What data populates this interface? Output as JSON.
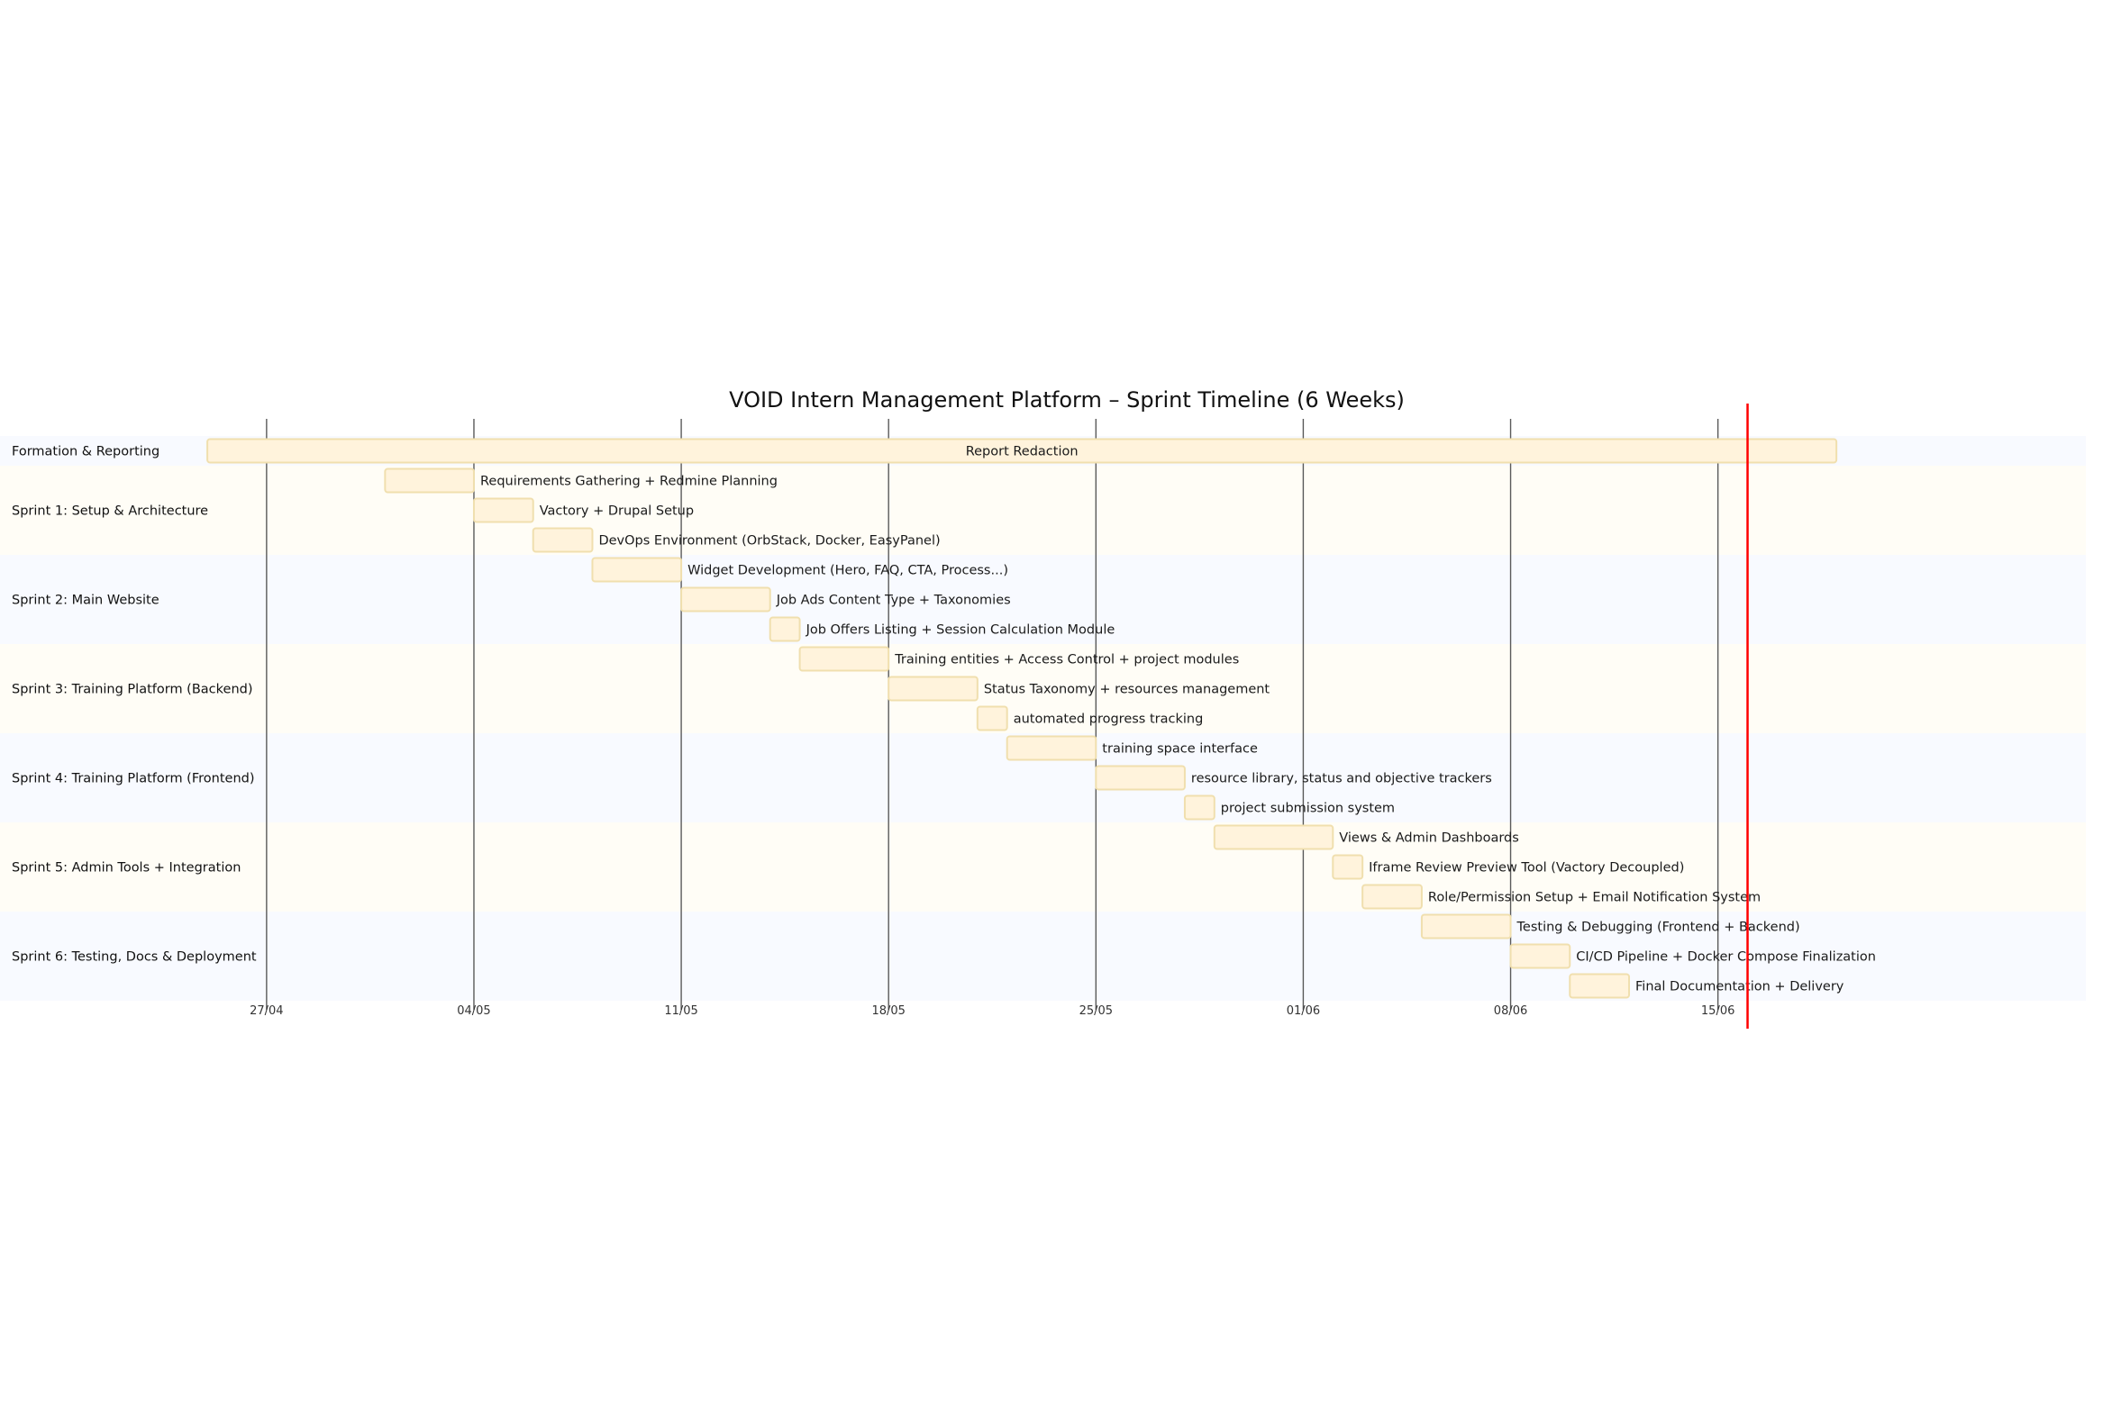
{
  "chart_data": {
    "type": "gantt",
    "title": "VOID Intern Management Platform – Sprint Timeline (6 Weeks)",
    "x_range": [
      "2025-04-18",
      "2025-06-28"
    ],
    "x_ticks": [
      {
        "date": "2025-04-27",
        "label": "27/04"
      },
      {
        "date": "2025-05-04",
        "label": "04/05"
      },
      {
        "date": "2025-05-11",
        "label": "11/05"
      },
      {
        "date": "2025-05-18",
        "label": "18/05"
      },
      {
        "date": "2025-05-25",
        "label": "25/05"
      },
      {
        "date": "2025-06-01",
        "label": "01/06"
      },
      {
        "date": "2025-06-08",
        "label": "08/06"
      },
      {
        "date": "2025-06-15",
        "label": "15/06"
      }
    ],
    "today_marker": "2025-06-16",
    "band_colors": [
      "#f8faff",
      "#fffdf6"
    ],
    "bar_fill": "#fff3dc",
    "bar_stroke": "#f0dfae",
    "today_color": "#ff0000",
    "sections": [
      {
        "name": "Formation & Reporting",
        "tasks": [
          {
            "label": "Report Redaction",
            "start": "2025-04-25",
            "end": "2025-06-19",
            "label_inside": true
          }
        ]
      },
      {
        "name": "Sprint 1: Setup & Architecture",
        "tasks": [
          {
            "label": "Requirements Gathering + Redmine Planning",
            "start": "2025-05-01",
            "end": "2025-05-04"
          },
          {
            "label": "Vactory + Drupal Setup",
            "start": "2025-05-04",
            "end": "2025-05-06"
          },
          {
            "label": "DevOps Environment (OrbStack, Docker, EasyPanel)",
            "start": "2025-05-06",
            "end": "2025-05-08"
          }
        ]
      },
      {
        "name": "Sprint 2: Main Website",
        "tasks": [
          {
            "label": "Widget Development (Hero, FAQ, CTA, Process...)",
            "start": "2025-05-08",
            "end": "2025-05-11"
          },
          {
            "label": "Job Ads Content Type + Taxonomies",
            "start": "2025-05-11",
            "end": "2025-05-14"
          },
          {
            "label": "Job Offers Listing + Session Calculation Module",
            "start": "2025-05-14",
            "end": "2025-05-15"
          }
        ]
      },
      {
        "name": "Sprint 3: Training Platform (Backend)",
        "tasks": [
          {
            "label": "Training entities + Access Control + project modules",
            "start": "2025-05-15",
            "end": "2025-05-18"
          },
          {
            "label": "Status Taxonomy + resources management",
            "start": "2025-05-18",
            "end": "2025-05-21"
          },
          {
            "label": "automated progress tracking",
            "start": "2025-05-21",
            "end": "2025-05-22"
          }
        ]
      },
      {
        "name": "Sprint 4: Training Platform (Frontend)",
        "tasks": [
          {
            "label": "training space interface",
            "start": "2025-05-22",
            "end": "2025-05-25"
          },
          {
            "label": "resource library, status and objective trackers",
            "start": "2025-05-25",
            "end": "2025-05-28"
          },
          {
            "label": "project submission system",
            "start": "2025-05-28",
            "end": "2025-05-29"
          }
        ]
      },
      {
        "name": "Sprint 5: Admin Tools + Integration",
        "tasks": [
          {
            "label": "Views & Admin Dashboards",
            "start": "2025-05-29",
            "end": "2025-06-02"
          },
          {
            "label": "Iframe Review Preview Tool (Vactory Decoupled)",
            "start": "2025-06-02",
            "end": "2025-06-03"
          },
          {
            "label": "Role/Permission Setup + Email Notification System",
            "start": "2025-06-03",
            "end": "2025-06-05"
          }
        ]
      },
      {
        "name": "Sprint 6: Testing, Docs & Deployment",
        "tasks": [
          {
            "label": "Testing & Debugging (Frontend + Backend)",
            "start": "2025-06-05",
            "end": "2025-06-08"
          },
          {
            "label": "CI/CD Pipeline + Docker Compose Finalization",
            "start": "2025-06-08",
            "end": "2025-06-10"
          },
          {
            "label": "Final Documentation + Delivery",
            "start": "2025-06-10",
            "end": "2025-06-12"
          }
        ]
      }
    ]
  }
}
